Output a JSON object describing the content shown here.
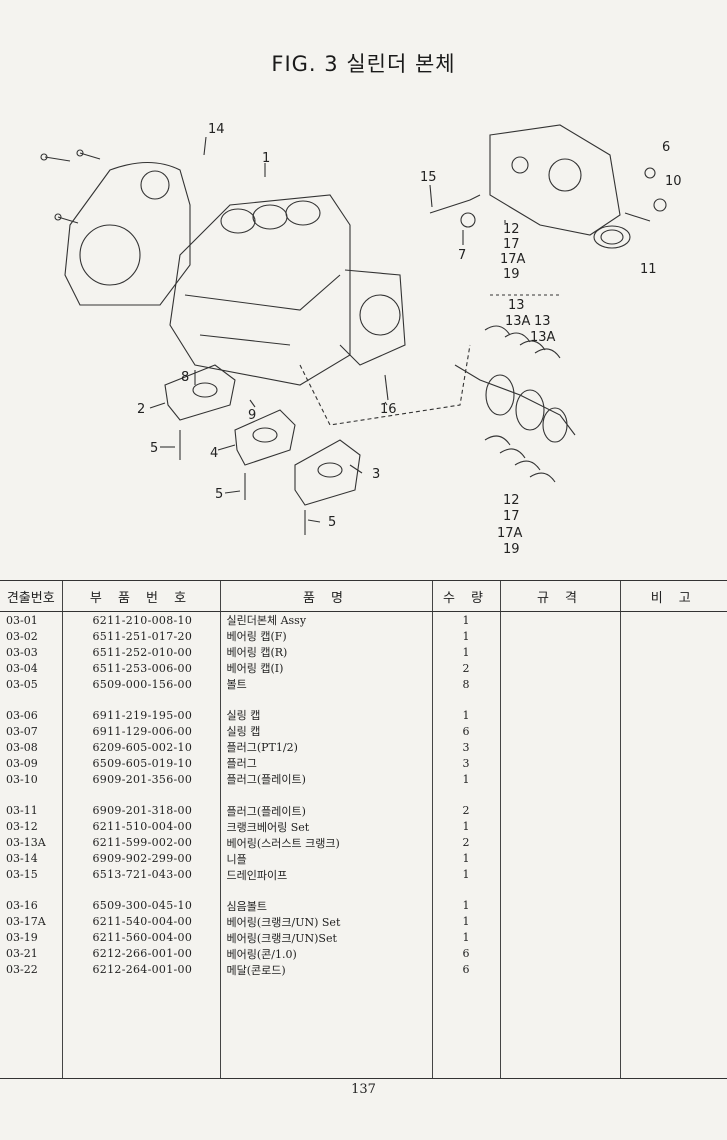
{
  "title": "FIG. 3 실린더 본체",
  "callouts": {
    "c14": "14",
    "c1": "1",
    "c15": "15",
    "c6": "6",
    "c10": "10",
    "c7": "7",
    "c12a": "12",
    "c17a": "17",
    "c17Aa": "17A",
    "c19a": "19",
    "c11": "11",
    "c13a": "13",
    "c13b": "13A",
    "c13c": "13",
    "c13d": "13A",
    "c8": "8",
    "c2": "2",
    "c9": "9",
    "c16": "16",
    "c5a": "5",
    "c4": "4",
    "c3": "3",
    "c5b": "5",
    "c5c": "5",
    "c12b": "12",
    "c17b": "17",
    "c17Ab": "17A",
    "c19b": "19"
  },
  "table": {
    "headers": [
      "견출번호",
      "부 품 번 호",
      "품                명",
      "수 량",
      "규 격",
      "비 고"
    ],
    "rows": [
      [
        "03-01",
        "6211-210-008-10",
        "실린더본체 Assy",
        "1"
      ],
      [
        "03-02",
        "6511-251-017-20",
        "베어링 캡(F)",
        "1"
      ],
      [
        "03-03",
        "6511-252-010-00",
        "베어링 캡(R)",
        "1"
      ],
      [
        "03-04",
        "6511-253-006-00",
        "베어링 캡(I)",
        "2"
      ],
      [
        "03-05",
        "6509-000-156-00",
        "볼트",
        "8"
      ],
      [
        "03-06",
        "6911-219-195-00",
        "실링 캡",
        "1"
      ],
      [
        "03-07",
        "6911-129-006-00",
        "실링 캡",
        "6"
      ],
      [
        "03-08",
        "6209-605-002-10",
        "플러그(PT1/2)",
        "3"
      ],
      [
        "03-09",
        "6509-605-019-10",
        "플러그",
        "3"
      ],
      [
        "03-10",
        "6909-201-356-00",
        "플러그(플레이트)",
        "1"
      ],
      [
        "03-11",
        "6909-201-318-00",
        "플러그(플레이트)",
        "2"
      ],
      [
        "03-12",
        "6211-510-004-00",
        "크랭크베어링 Set",
        "1"
      ],
      [
        "03-13A",
        "6211-599-002-00",
        "베어링(스러스트 크랭크)",
        "2"
      ],
      [
        "03-14",
        "6909-902-299-00",
        "니플",
        "1"
      ],
      [
        "03-15",
        "6513-721-043-00",
        "드레인파이프",
        "1"
      ],
      [
        "03-16",
        "6509-300-045-10",
        "심음볼트",
        "1"
      ],
      [
        "03-17A",
        "6211-540-004-00",
        "베어링(크랭크/UN) Set",
        "1"
      ],
      [
        "03-19",
        "6211-560-004-00",
        "베어링(크랭크/UN)Set",
        "1"
      ],
      [
        "03-21",
        "6212-266-001-00",
        "베어링(콘/1.0)",
        "6"
      ],
      [
        "03-22",
        "6212-264-001-00",
        "메달(콘로드)",
        "6"
      ]
    ]
  },
  "page_number": "137"
}
